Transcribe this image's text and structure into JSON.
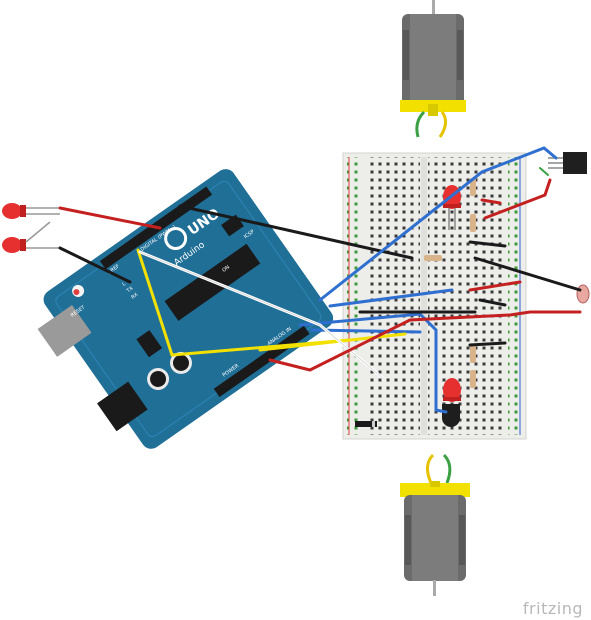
{
  "diagram": {
    "brand": "fritzing",
    "board_name": "UNO",
    "board_subname": "Arduino",
    "reset_label": "RESET",
    "icsp_label": "ICSP",
    "digital_label": "DIGITAL (PWM~)",
    "aref_label": "AREF",
    "power_label": "POWER",
    "analog_label": "ANALOG IN",
    "tx_label": "TX",
    "rx_label": "RX",
    "l_label": "L",
    "on_label": "ON"
  },
  "colors": {
    "arduino_board": "#1f6f97",
    "breadboard": "#eeeeea",
    "motor_body": "#6a6a6a",
    "motor_cap": "#f2e000",
    "wire_red": "#c42020",
    "wire_black": "#1a1a1a",
    "wire_blue": "#2e6fd0",
    "wire_yellow": "#f2e000",
    "wire_white": "#ffffff",
    "wire_green": "#3aa043",
    "led_red": "#e63030"
  },
  "components": [
    {
      "name": "motor-top"
    },
    {
      "name": "motor-bottom"
    },
    {
      "name": "arduino-uno"
    },
    {
      "name": "breadboard"
    },
    {
      "name": "led-left-top"
    },
    {
      "name": "led-left-bottom"
    },
    {
      "name": "led-breadboard-top"
    },
    {
      "name": "led-breadboard-bottom"
    },
    {
      "name": "transistor"
    },
    {
      "name": "ldr-sensor"
    },
    {
      "name": "ir-receiver"
    },
    {
      "name": "diode"
    }
  ]
}
